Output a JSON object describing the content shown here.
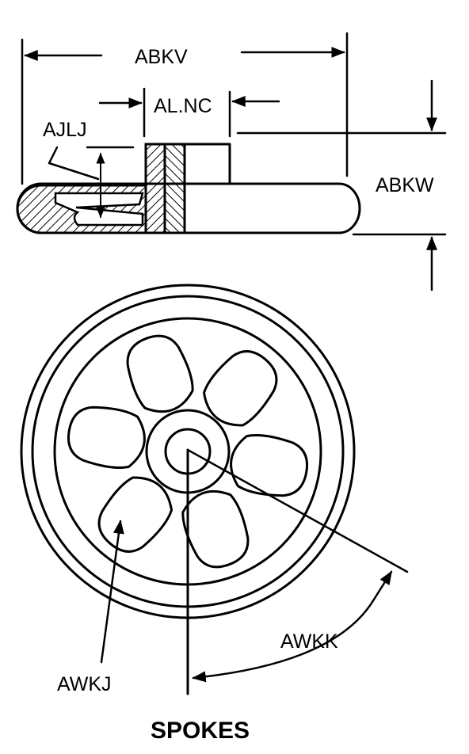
{
  "labels": {
    "abkv": "ABKV",
    "alnc": "AL.NC",
    "ajlj": "AJLJ",
    "abkw": "ABKW",
    "awkk": "AWKK",
    "awkj": "AWKJ",
    "spokes": "SPOKES"
  },
  "colors": {
    "ink": "#000000",
    "paper": "#ffffff"
  }
}
